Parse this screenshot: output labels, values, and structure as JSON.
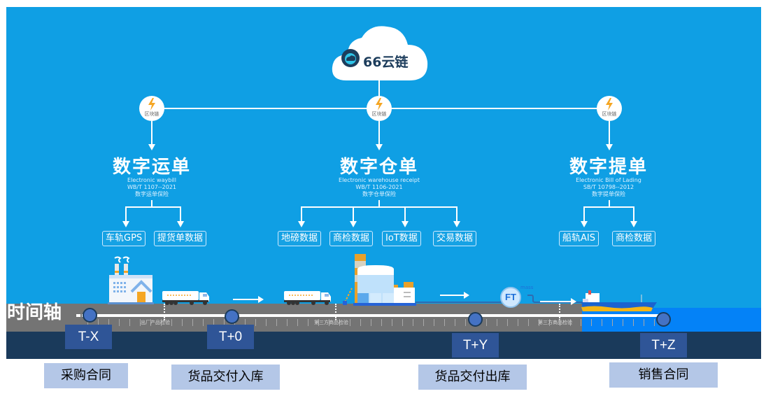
{
  "logo": {
    "brand": "66云链",
    "icon": "cloud-chain-logo-icon"
  },
  "blockchain_nodes": [
    {
      "label": "区块链",
      "icon": "lightning-bolt-icon"
    },
    {
      "label": "区块链",
      "icon": "lightning-bolt-icon"
    },
    {
      "label": "区块链",
      "icon": "lightning-bolt-icon"
    }
  ],
  "columns": [
    {
      "title": "数字运单",
      "subtitle_en": "Electronic waybill",
      "standard": "WB/T 1107--2021",
      "insurance": "数字运单保险",
      "tags": [
        "车轨GPS",
        "提货单数据"
      ]
    },
    {
      "title": "数字仓单",
      "subtitle_en": "Electronic warehouse receipt",
      "standard": "WB/T 1106-2021",
      "insurance": "数字仓单保险",
      "tags": [
        "地磅数据",
        "商检数据",
        "IoT数据",
        "交易数据"
      ]
    },
    {
      "title": "数字提单",
      "subtitle_en": "Electronic Bill of Lading",
      "standard": "SB/T 10798--2012",
      "insurance": "数字提单保险",
      "tags": [
        "船轨AIS",
        "商检数据"
      ]
    }
  ],
  "timeline": {
    "label": "时间轴",
    "points": [
      "T-X",
      "T+0",
      "T+Y",
      "T+Z"
    ],
    "inspections": [
      "出厂产品检验",
      "第三方商品检验",
      "第三方商品检验"
    ],
    "flowmeter": {
      "label": "FT",
      "caption": "mass"
    }
  },
  "contracts": [
    "采购合同",
    "货品交付入库",
    "货品交付出库",
    "销售合同"
  ],
  "colors": {
    "background": "#0f9fe4",
    "road": "#747474",
    "sea": "#0482f7",
    "ground": "#1a3a5b",
    "time_box": "#2f5597",
    "contract_box": "#b4c7e7",
    "bolt": "#f5a623"
  }
}
